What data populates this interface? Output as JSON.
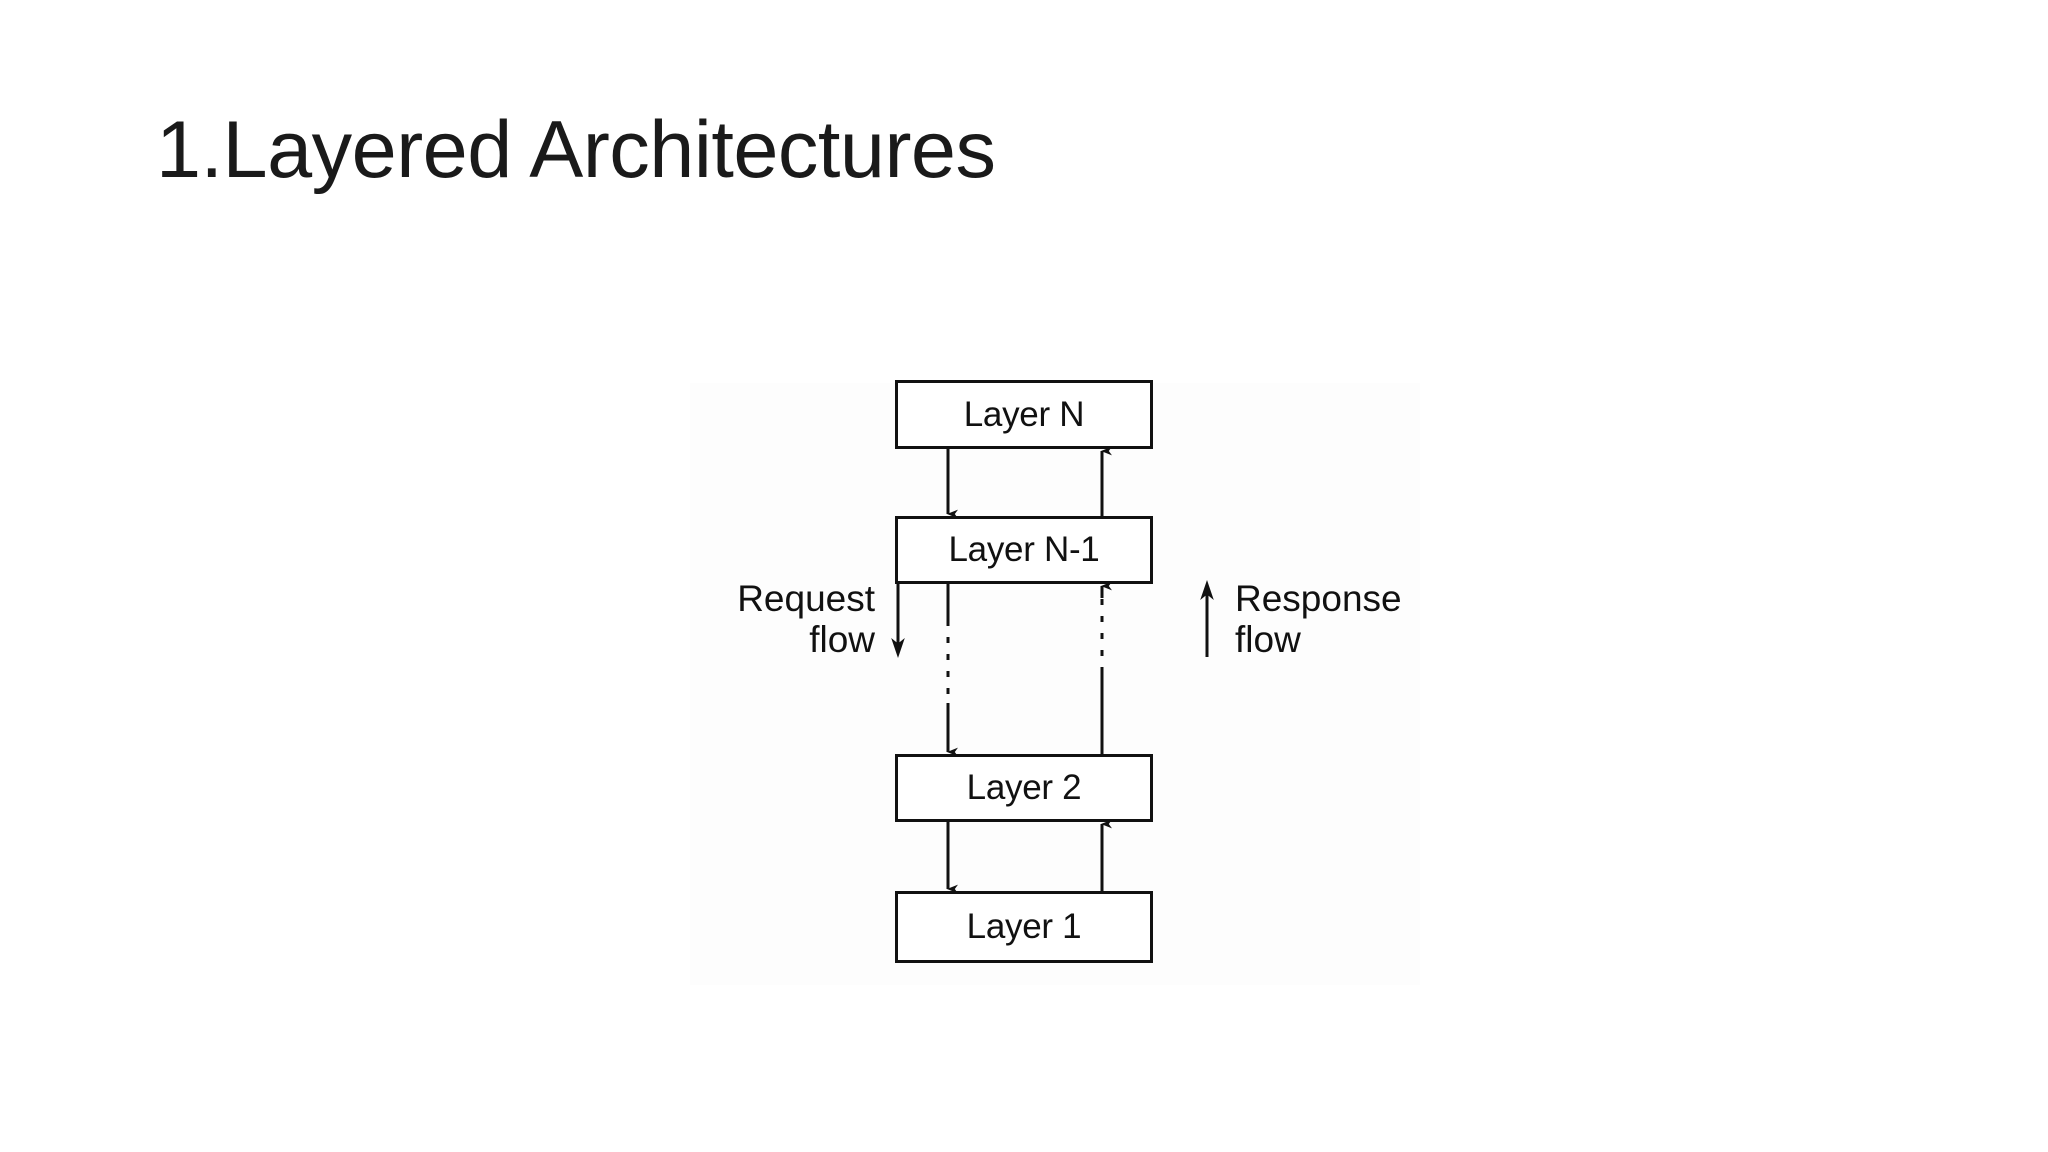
{
  "slide": {
    "title": "1.Layered Architectures",
    "background_color": "#ffffff",
    "text_color": "#1a1a1a"
  },
  "diagram": {
    "name": "layered-architecture-diagram",
    "background_color": "#fdfdfd",
    "stroke_color": "#111111",
    "boxes": [
      {
        "id": "layer-n",
        "label": "Layer N"
      },
      {
        "id": "layer-n-1",
        "label": "Layer N-1"
      },
      {
        "id": "layer-2",
        "label": "Layer 2"
      },
      {
        "id": "layer-1",
        "label": "Layer 1"
      }
    ],
    "annotations": {
      "request": {
        "line1": "Request",
        "line2": "flow",
        "full": "Request flow",
        "icon": "arrow-down-icon",
        "direction": "down"
      },
      "response": {
        "line1": "Response",
        "line2": "flow",
        "full": "Response flow",
        "icon": "arrow-up-icon",
        "direction": "up"
      }
    },
    "connectors": [
      {
        "id": "n-to-n1-down",
        "from": "layer-n",
        "to": "layer-n-1",
        "style": "solid",
        "direction": "down"
      },
      {
        "id": "n1-to-n-up",
        "from": "layer-n-1",
        "to": "layer-n",
        "style": "solid",
        "direction": "up"
      },
      {
        "id": "n1-to-2-down",
        "from": "layer-n-1",
        "to": "layer-2",
        "style": "solid-dashed",
        "direction": "down"
      },
      {
        "id": "2-to-n1-up",
        "from": "layer-2",
        "to": "layer-n-1",
        "style": "solid-dashed",
        "direction": "up"
      },
      {
        "id": "2-to-1-down",
        "from": "layer-2",
        "to": "layer-1",
        "style": "solid",
        "direction": "down"
      },
      {
        "id": "1-to-2-up",
        "from": "layer-1",
        "to": "layer-2",
        "style": "solid",
        "direction": "up"
      }
    ]
  }
}
